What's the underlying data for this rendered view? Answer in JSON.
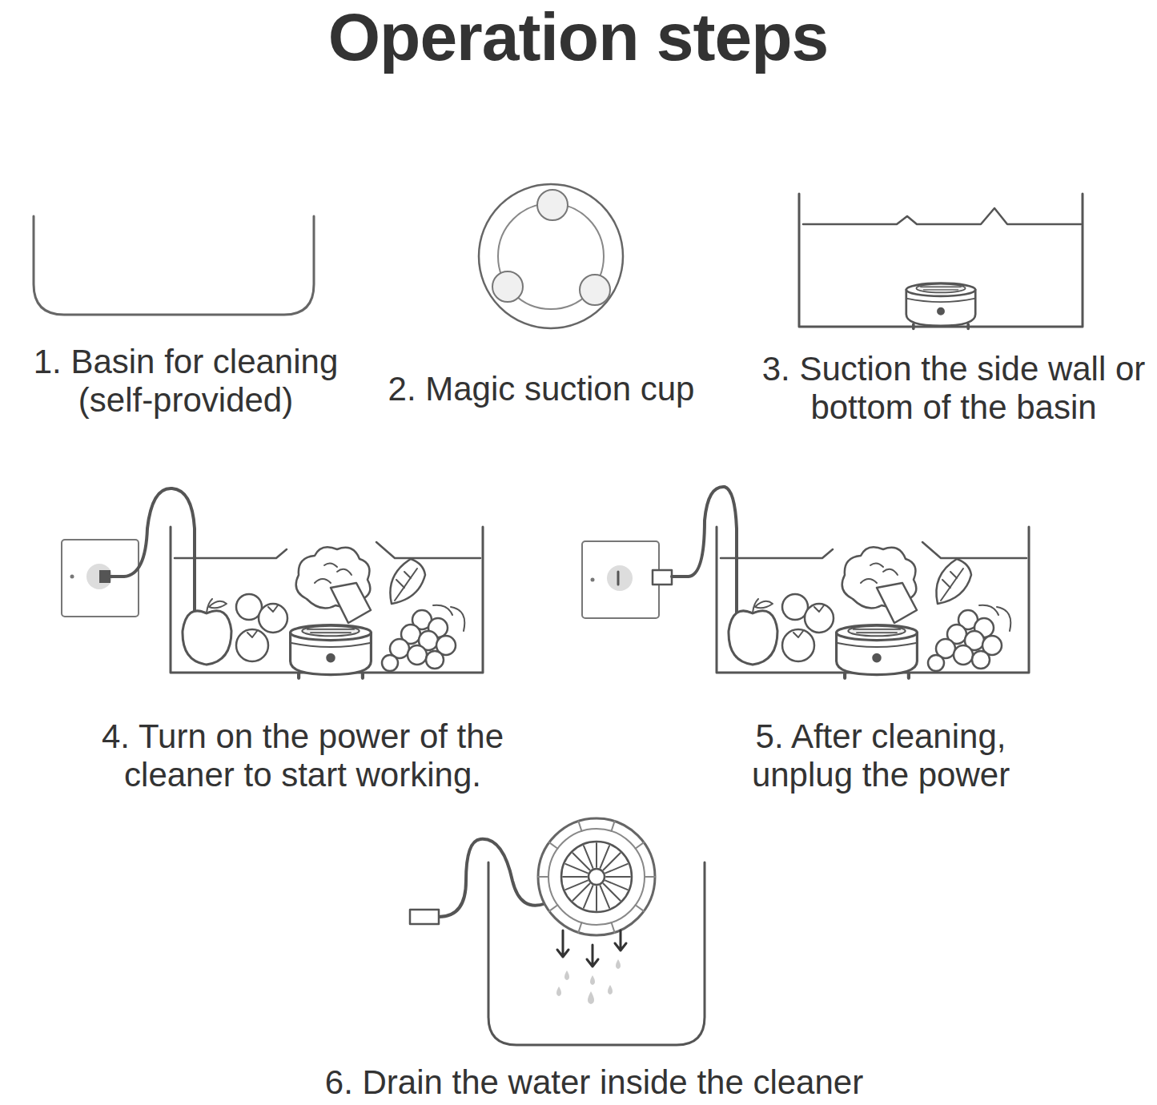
{
  "diagram": {
    "title": "Operation steps",
    "labels": [
      "1. Basin for cleaning (self-provided)",
      "2. Magic suction cup",
      "3. Suction the side wall or bottom of the basin",
      "4. Turn on the power of the cleaner to start working.",
      "5. After cleaning, unplug the power",
      "6. Drain the water inside the cleaner"
    ]
  }
}
